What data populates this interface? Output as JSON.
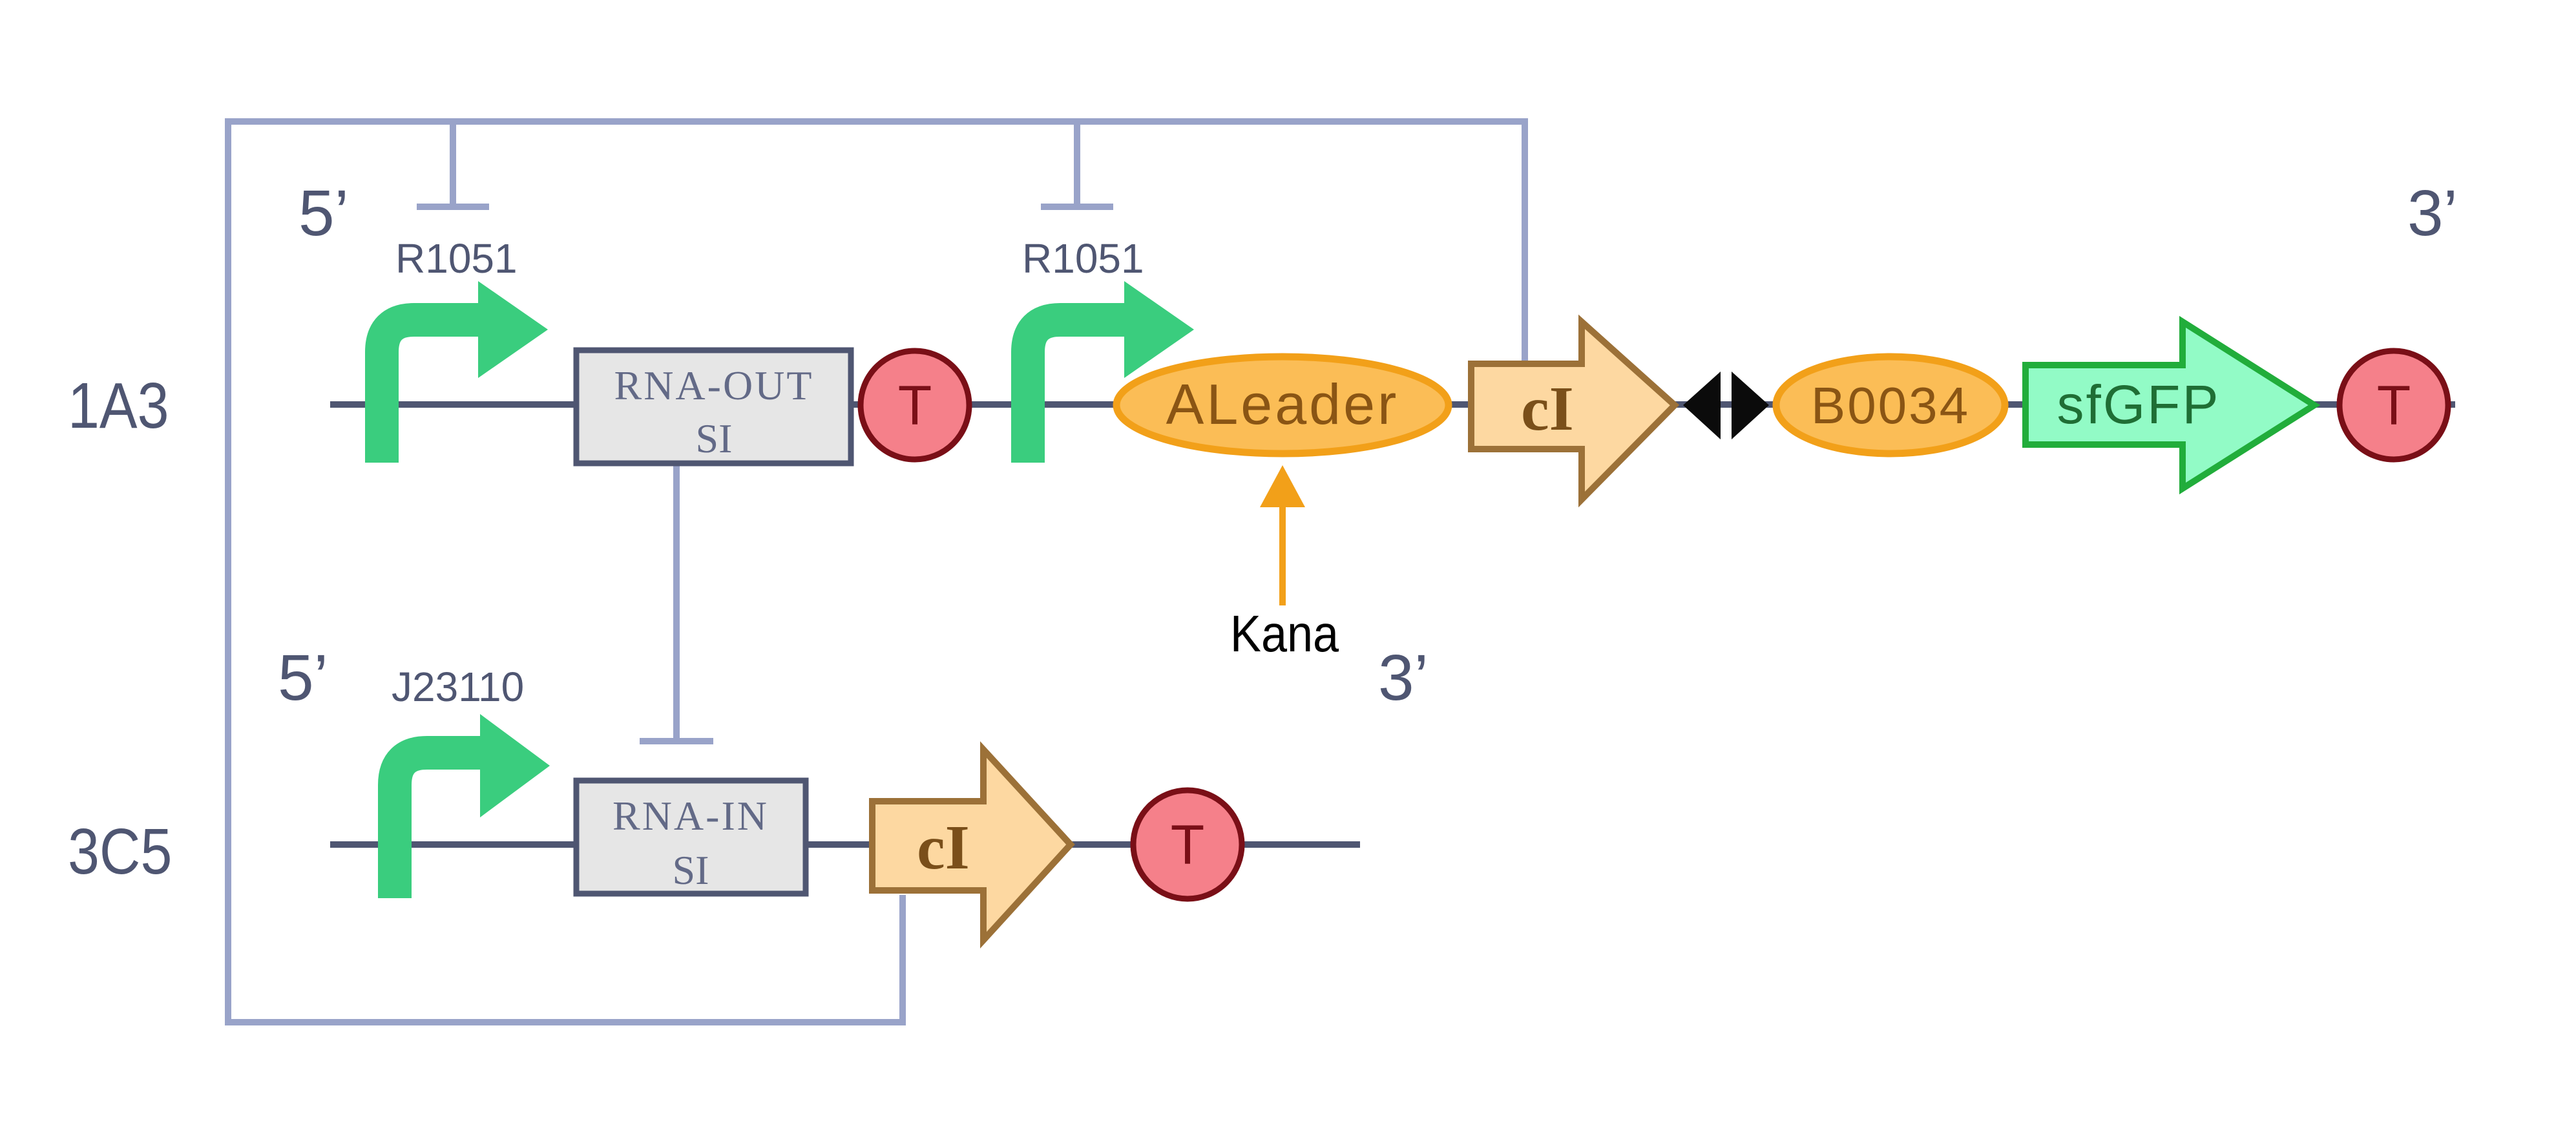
{
  "rows": {
    "top": {
      "label": "1A3",
      "five_prime": "5’",
      "three_prime": "3’",
      "promoter1_label": "R1051",
      "promoter2_label": "R1051",
      "rna_out_line1": "RNA-OUT",
      "rna_out_line2": "SI",
      "terminator1_label": "T",
      "leader_label": "ALeader",
      "ci_label": "cI",
      "rbs_label": "B0034",
      "gfp_label": "sfGFP",
      "terminator2_label": "T"
    },
    "bottom": {
      "label": "3C5",
      "five_prime": "5’",
      "three_prime": "3’",
      "promoter_label": "J23110",
      "rna_in_line1": "RNA-IN",
      "rna_in_line2": "SI",
      "ci_label": "cI",
      "terminator_label": "T"
    }
  },
  "annotation": {
    "kana_label": "Kana"
  },
  "colors": {
    "backbone": "#4f5672",
    "regulation": "#99a3c9",
    "promoter": "#3acd7e",
    "terminator_fill": "#f5808a",
    "terminator_stroke": "#7a0f17",
    "terminator_text": "#7a0f17",
    "leader_fill": "#fbbd56",
    "leader_stroke": "#f2a019",
    "leader_text": "#8a5514",
    "ci_fill": "#fdd8a1",
    "ci_stroke": "#9c7138",
    "ci_text": "#7a4f1a",
    "gfp_fill": "#92fbc6",
    "gfp_stroke": "#21ad3b",
    "gfp_text": "#1f6e35",
    "box_fill": "#e6e6e6",
    "box_stroke": "#4f5672",
    "box_text": "#636a87",
    "kana": "#f2a019",
    "label": "#4f5672"
  }
}
